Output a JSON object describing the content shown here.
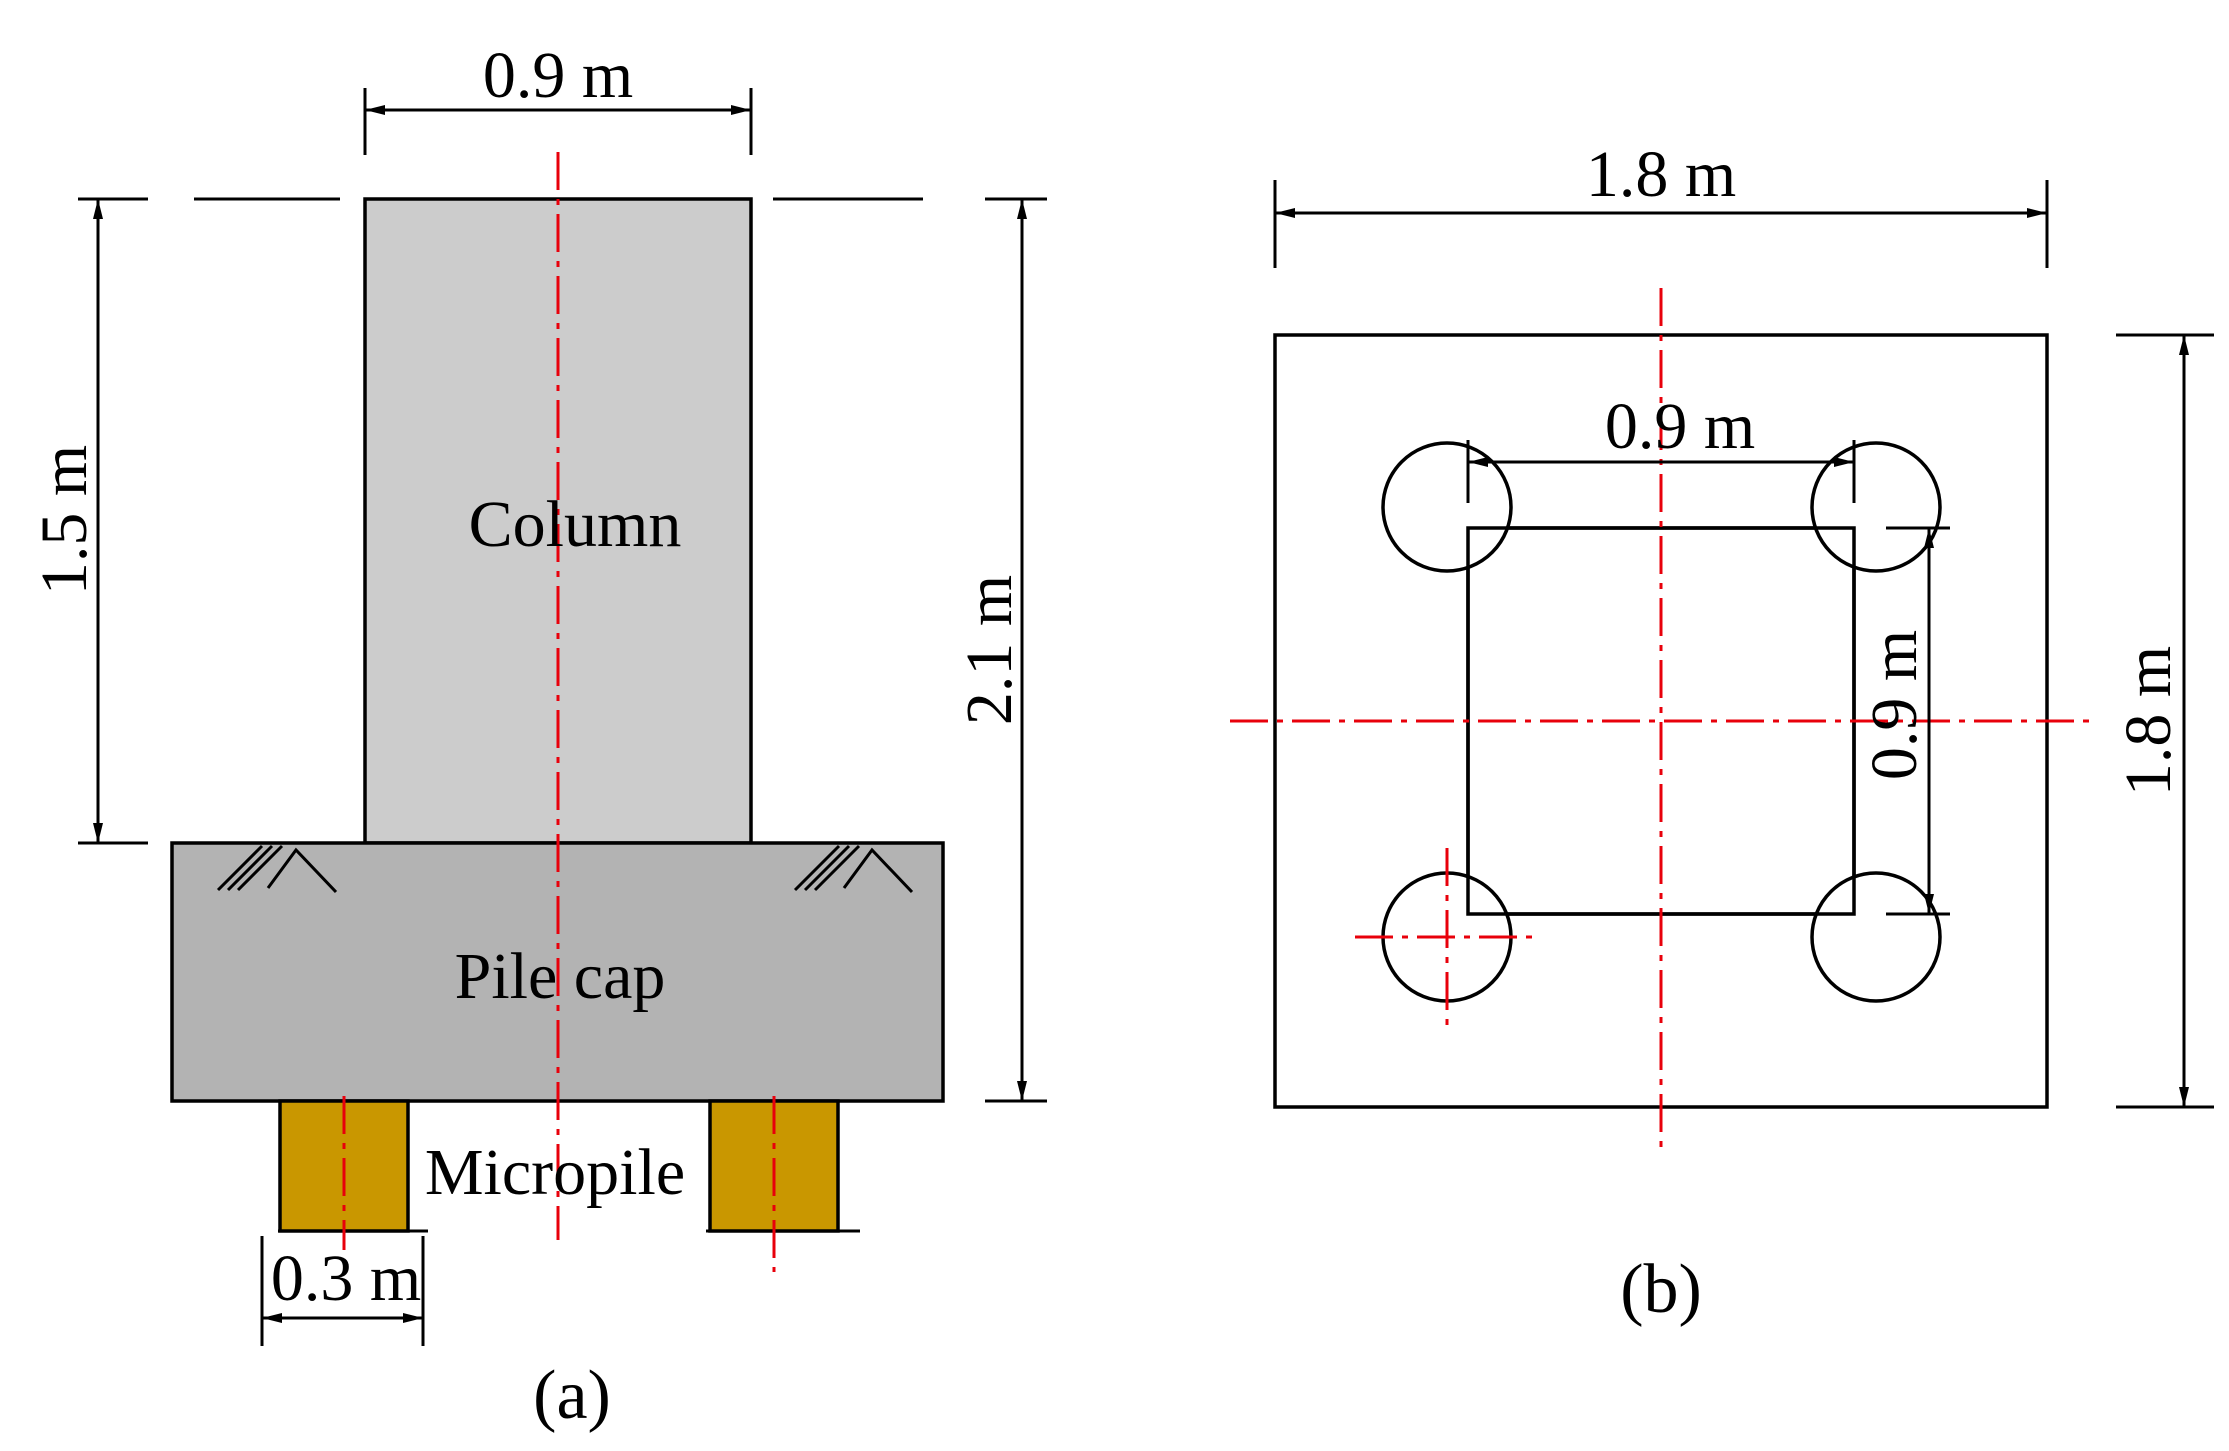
{
  "panel_a": {
    "caption": "(a)",
    "dim_column_width": "0.9 m",
    "dim_column_height": "1.5 m",
    "dim_total_height": "2.1 m",
    "dim_pile_width": "0.3 m",
    "label_column": "Column",
    "label_pile_cap": "Pile cap",
    "label_micropile": "Micropile"
  },
  "panel_b": {
    "caption": "(b)",
    "dim_cap_width": "1.8 m",
    "dim_cap_height": "1.8 m",
    "dim_pile_spacing_x": "0.9 m",
    "dim_pile_spacing_y": "0.9 m"
  },
  "colors": {
    "column_fill": "#cccccc",
    "pile_cap_fill": "#b3b3b3",
    "micropile_fill": "#c99700",
    "axis_line": "#e8000b",
    "outline": "#000000"
  }
}
